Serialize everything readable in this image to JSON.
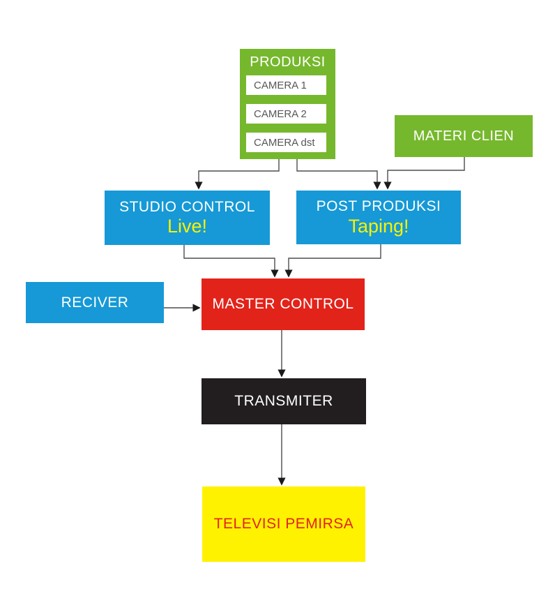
{
  "diagram": {
    "description": "Television broadcast workflow diagram",
    "colors": {
      "green": "#76b82d",
      "blue": "#1699d6",
      "red": "#e2231a",
      "black": "#221e1f",
      "yellow": "#fff200",
      "arrow_line": "#4d4d4d",
      "arrow_head": "#1a1a1a",
      "camera_text": "#575756",
      "white_text": "#ffffff",
      "yellow_text": "#f8f200"
    },
    "nodes": {
      "produksi": {
        "label": "PRODUKSI"
      },
      "cameras": [
        {
          "label": "CAMERA 1"
        },
        {
          "label": "CAMERA 2"
        },
        {
          "label": "CAMERA dst"
        }
      ],
      "materi_clien": {
        "label": "MATERI CLIEN"
      },
      "studio_control": {
        "label": "STUDIO CONTROL",
        "sublabel": "Live!"
      },
      "post_produksi": {
        "label": "POST PRODUKSI",
        "sublabel": "Taping!"
      },
      "reciver": {
        "label": "RECIVER"
      },
      "master_control": {
        "label": "MASTER CONTROL"
      },
      "transmiter": {
        "label": "TRANSMITER"
      },
      "televisi_pemirsa": {
        "label": "TELEVISI PEMIRSA"
      }
    },
    "edges": [
      "PRODUKSI -> STUDIO CONTROL",
      "PRODUKSI -> POST PRODUKSI",
      "MATERI CLIEN -> POST PRODUKSI",
      "STUDIO CONTROL -> MASTER CONTROL",
      "POST PRODUKSI -> MASTER CONTROL",
      "RECIVER -> MASTER CONTROL",
      "MASTER CONTROL -> TRANSMITER",
      "TRANSMITER -> TELEVISI PEMIRSA"
    ]
  }
}
